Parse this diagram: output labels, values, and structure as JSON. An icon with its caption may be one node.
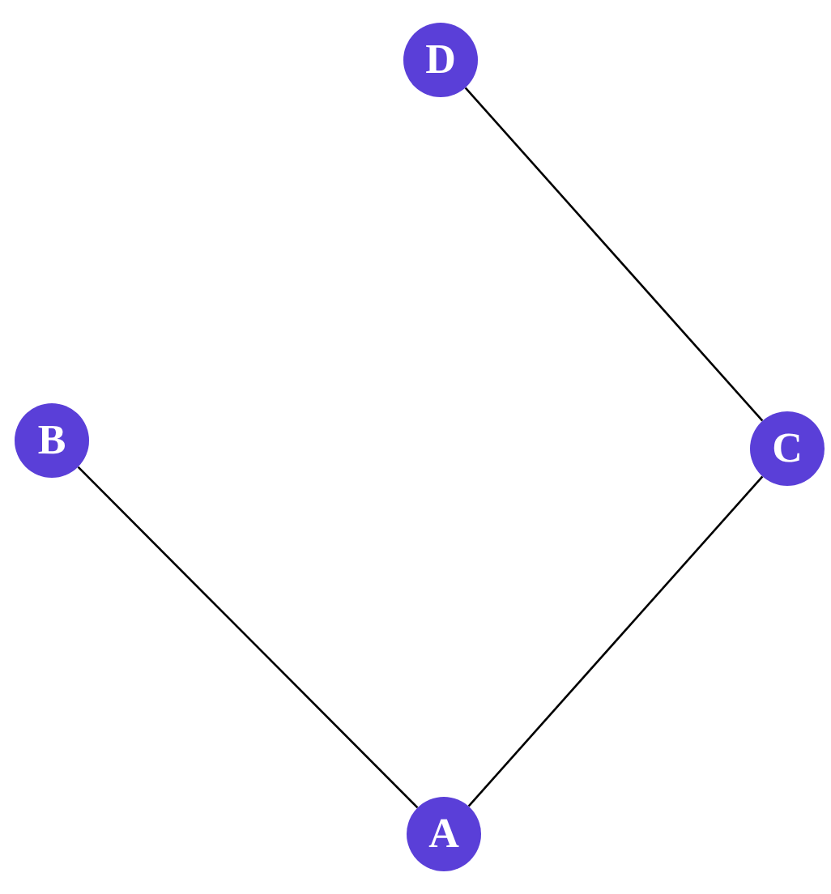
{
  "diagram": {
    "nodes": [
      {
        "text": [
          "D"
        ]
      },
      {
        "text": [
          "B"
        ]
      },
      {
        "text": [
          "C"
        ]
      },
      {
        "text": [
          "A"
        ]
      }
    ],
    "edges": [
      {
        "from": 0,
        "to": 2,
        "arrow": "none"
      },
      {
        "from": 1,
        "to": 3,
        "arrow": "none"
      },
      {
        "from": 2,
        "to": 3,
        "arrow": "none"
      }
    ]
  }
}
